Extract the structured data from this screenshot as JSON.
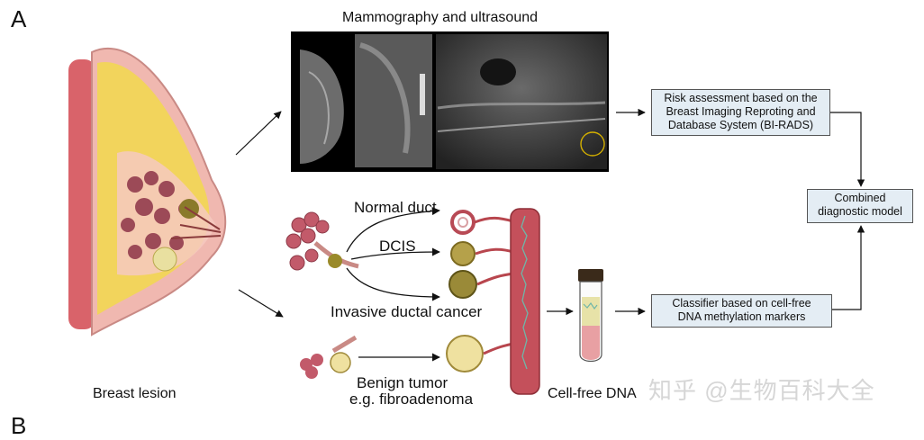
{
  "panel_letters": [
    "A",
    "B"
  ],
  "labels": {
    "imaging_title": "Mammography and ultrasound",
    "normal_duct": "Normal duct",
    "dcis": "DCIS",
    "invasive": "Invasive ductal cancer",
    "benign_line1": "Benign tumor",
    "benign_line2": "e.g. fibroadenoma",
    "breast_lesion": "Breast lesion",
    "cfdna": "Cell-free DNA"
  },
  "boxes": {
    "birads": [
      "Risk assessment based on the",
      "Breast Imaging Reproting and",
      "Database System (BI-RADS)"
    ],
    "combined": [
      "Combined",
      "diagnostic model"
    ],
    "classifier": [
      "Classifier based on cell-free",
      "DNA methylation markers"
    ]
  },
  "watermark": "知乎 @生物百科大全",
  "colors": {
    "box_fill": "#e4edf4",
    "skin": "#e8a0a0",
    "fat": "#f2d45c",
    "lobule": "#9c4a57",
    "vessel": "#b8464e"
  }
}
